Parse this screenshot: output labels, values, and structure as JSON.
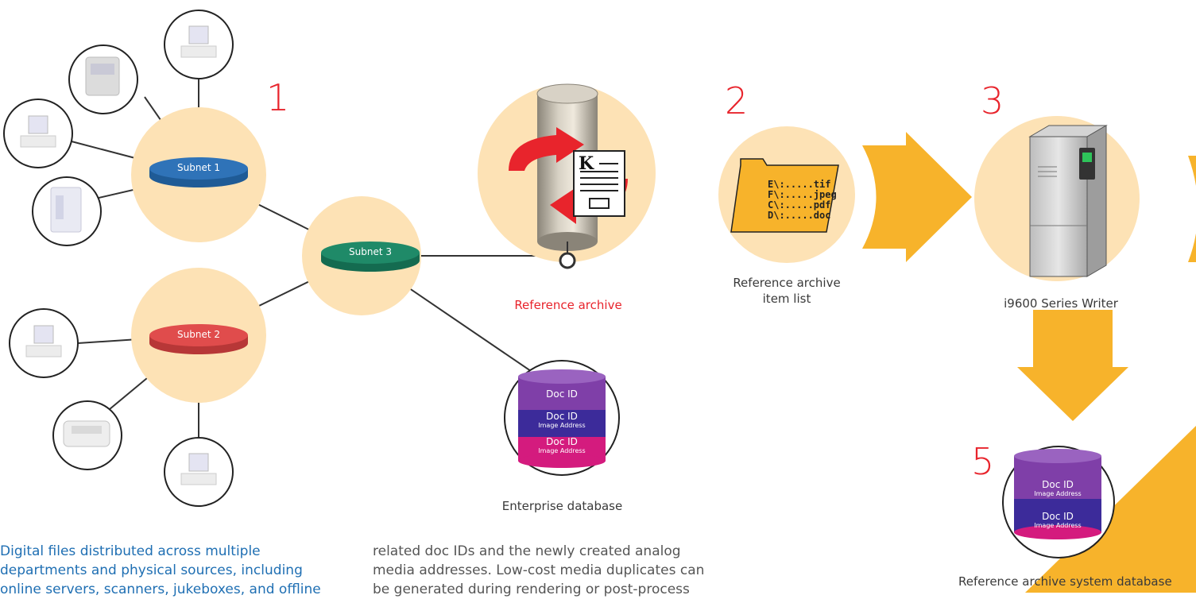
{
  "steps": {
    "s1": "1",
    "s2": "2",
    "s3": "3",
    "s5": "5"
  },
  "subnets": {
    "subnet1": "Subnet 1",
    "subnet2": "Subnet 2",
    "subnet3": "Subnet 3"
  },
  "labels": {
    "reference_archive": "Reference archive",
    "item_list_line1": "Reference archive",
    "item_list_line2": "item list",
    "writer": "i9600 Series Writer",
    "enterprise_db": "Enterprise database",
    "ref_system_db": "Reference archive system database"
  },
  "folder_items": [
    "E\\:.....tif",
    "F\\:.....jpeg",
    "C\\:.....pdf",
    "D\\:.....doc"
  ],
  "enterprise_db_rows": [
    {
      "title": "Doc ID",
      "sub": ""
    },
    {
      "title": "Doc ID",
      "sub": "Image Address"
    },
    {
      "title": "Doc ID",
      "sub": "Image Address"
    }
  ],
  "system_db_rows": [
    {
      "title": "Doc ID",
      "sub": "Image Address"
    },
    {
      "title": "Doc ID",
      "sub": "Image Address"
    }
  ],
  "paragraphs": {
    "left_line1": "Digital files distributed across multiple",
    "left_line2": "departments and physical sources, including",
    "left_line3": "online servers, scanners, jukeboxes, and offline",
    "mid_line1": "related doc IDs and the newly created analog",
    "mid_line2": "media addresses. Low-cost media duplicates can",
    "mid_line3": "be generated during rendering or post-process"
  },
  "archive_logo_letter": "K",
  "colors": {
    "node": "#fde2b5",
    "accent_red": "#e8242c",
    "arrow": "#f7b32b",
    "subnet1": "#2f73b8",
    "subnet2": "#e04c4c",
    "subnet3": "#1f8a68",
    "db_purple": "#7f3fa8",
    "db_indigo": "#3c2b9a",
    "db_magenta": "#d41b7e"
  }
}
